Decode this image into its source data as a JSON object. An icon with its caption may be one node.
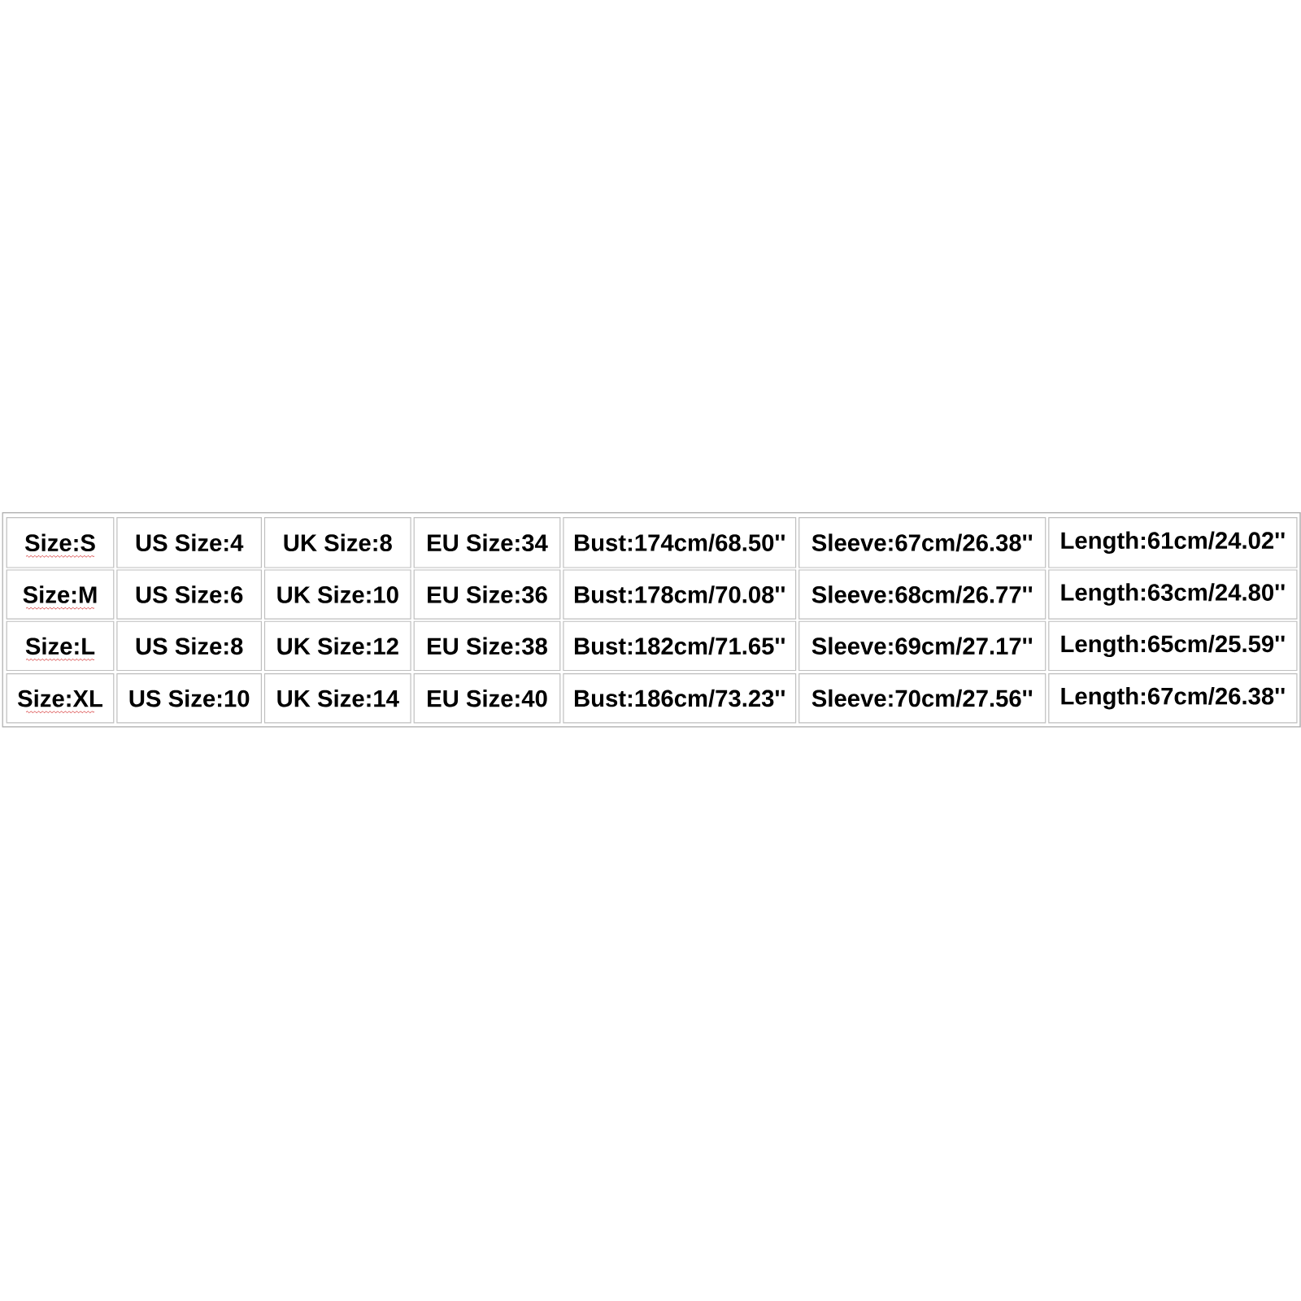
{
  "diagram": {
    "labels": [
      "Size:S",
      "US Size:4",
      "UK Size:8",
      "EU Size:34",
      "Bust:174cm/68.50''",
      "Sleeve:67cm/26.38''",
      "Length:61cm/24.02''",
      "Size:M",
      "US Size:6",
      "UK Size:10",
      "EU Size:36",
      "Bust:178cm/70.08''",
      "Sleeve:68cm/26.77''",
      "Length:63cm/24.80''",
      "Size:L",
      "US Size:8",
      "UK Size:12",
      "EU Size:38",
      "Bust:182cm/71.65''",
      "Sleeve:69cm/27.17''",
      "Length:65cm/25.59''",
      "Size:XL",
      "US Size:10",
      "UK Size:14",
      "EU Size:40",
      "Bust:186cm/73.23''",
      "Sleeve:70cm/27.56''",
      "Length:67cm/26.38''"
    ]
  }
}
